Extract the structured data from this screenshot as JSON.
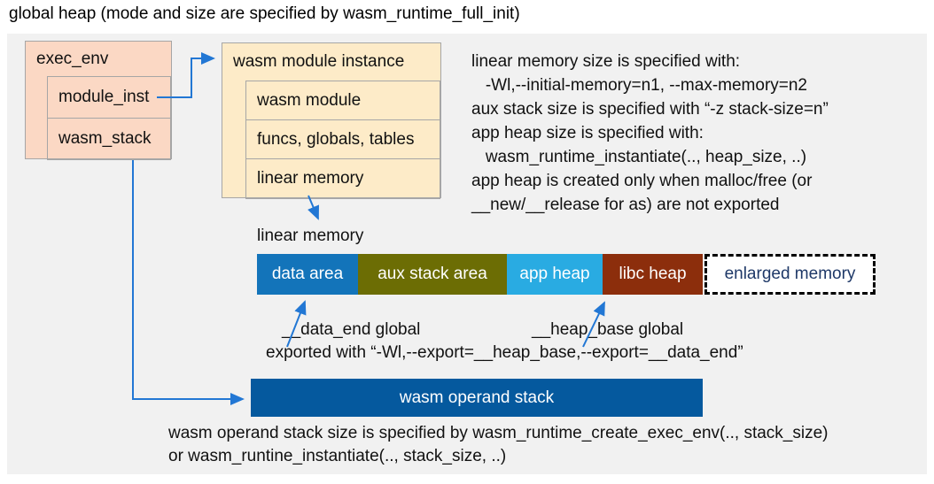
{
  "title": "global heap (mode and size are specified by wasm_runtime_full_init)",
  "exec_env": {
    "title": "exec_env",
    "fields": [
      "module_inst",
      "wasm_stack"
    ]
  },
  "module_instance": {
    "title": "wasm module instance",
    "fields": [
      "wasm module",
      "funcs, globals, tables",
      "linear memory"
    ]
  },
  "info_lines": [
    "linear memory size is specified with:",
    "   -Wl,--initial-memory=n1, --max-memory=n2",
    "aux stack size is specified with “-z stack-size=n”",
    "app heap size is specified with:",
    "   wasm_runtime_instantiate(.., heap_size, ..)",
    "app heap is created only when malloc/free (or",
    "__new/__release for as) are not exported"
  ],
  "linear_memory": {
    "label": "linear memory",
    "segments": [
      {
        "label": "data area",
        "color": "#1374ba"
      },
      {
        "label": "aux stack area",
        "color": "#6c6d04"
      },
      {
        "label": "app heap",
        "color": "#29abe2"
      },
      {
        "label": "libc heap",
        "color": "#8c2e0c"
      },
      {
        "label": "enlarged memory",
        "color": "#ffffff"
      }
    ],
    "data_end_label": "__data_end global",
    "heap_base_label": "__heap_base global",
    "export_line": "exported with “-Wl,--export=__heap_base,--export=__data_end”"
  },
  "operand_stack": {
    "label": "wasm operand stack",
    "desc_line1": "wasm operand stack size is specified by wasm_runtime_create_exec_env(.., stack_size)",
    "desc_line2": "or wasm_runtine_instantiate(.., stack_size, ..)"
  },
  "colors": {
    "panel_bg": "#f1f1f1",
    "exec_env_fill": "#fbd8c4",
    "module_instance_fill": "#fdebc8",
    "box_border": "#a6a6a6",
    "arrow": "#2277d4",
    "operand_stack_fill": "#05599e",
    "enlarged_text": "#1f3968"
  }
}
